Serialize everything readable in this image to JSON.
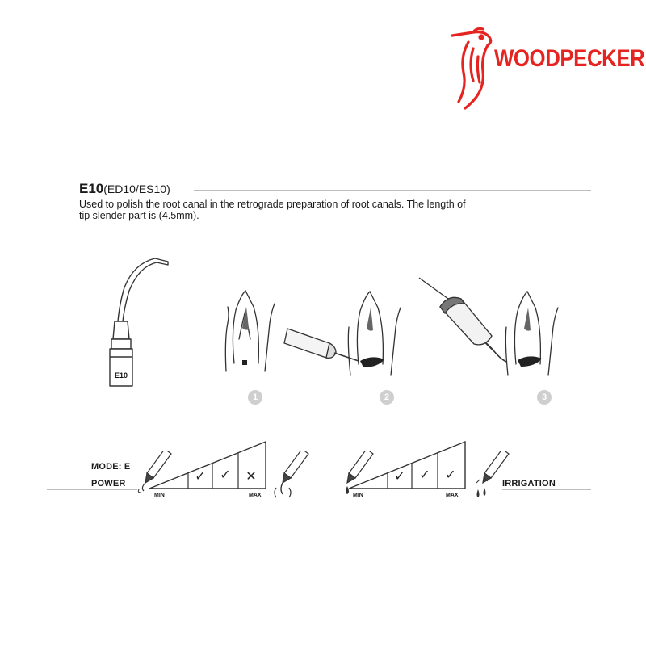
{
  "brand": {
    "name": "WOODPECKER",
    "color": "#e52421"
  },
  "product": {
    "model": "E10",
    "variants": "(ED10/ES10)",
    "description_line1": "Used to polish the root canal in the retrograde preparation of root canals. The length of",
    "description_line2": "tip slender part is (4.5mm).",
    "tip_label": "E10"
  },
  "steps": [
    "1",
    "2",
    "3"
  ],
  "settings": {
    "mode_label": "MODE: E",
    "power_label": "POWER",
    "irrigation_label": "IRRIGATION",
    "min_label": "MIN",
    "max_label": "MAX",
    "power_levels": [
      "",
      "check",
      "check",
      "cross"
    ],
    "irrigation_levels": [
      "",
      "check",
      "check",
      "check"
    ],
    "check_glyph": "✓",
    "cross_glyph": "✕",
    "power_level": "recommended mid-range (2 of 3 allowed)",
    "irrigation_level": "all levels allowed"
  }
}
